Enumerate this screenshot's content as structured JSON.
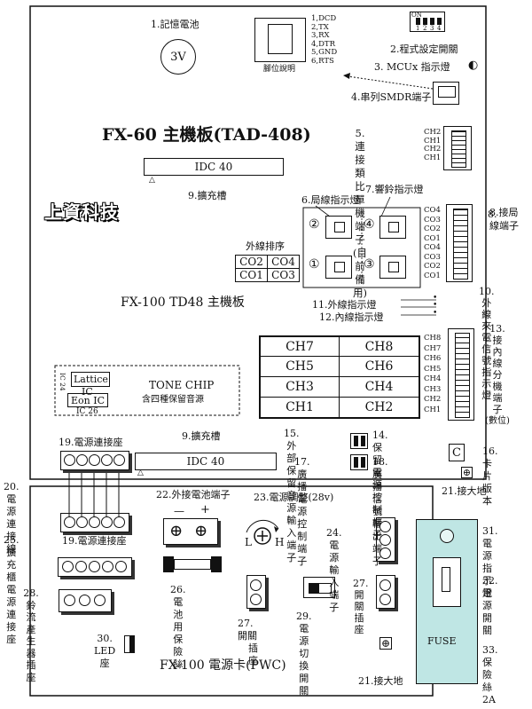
{
  "board_top": {
    "title": "FX-60 主機板(TAD-408)",
    "battery": {
      "label": "1.記憶電池",
      "value": "3V"
    },
    "pins": [
      "1,DCD",
      "2,TX",
      "3,RX",
      "4,DTR",
      "5,GND",
      "6,RTS"
    ],
    "pin_caption": "腳位說明",
    "dip_on": "ON",
    "dip_nums": [
      "1",
      "2",
      "3",
      "4"
    ],
    "label_dip": "2.程式設定開關",
    "label_mcu": "3. MCUx 指示燈",
    "label_smdr": "4.串列SMDR端子",
    "label_analog": [
      "5.連接類比",
      "單機端子",
      "(目前備用)"
    ],
    "idc_top": "IDC 40",
    "label_idc_top": "9.擴充槽",
    "brand": "上資科技",
    "label_co_led": "6.局線指示燈",
    "label_ring_led": "7.響鈴指示燈",
    "co_nums": [
      "②",
      "④",
      "①",
      "③"
    ],
    "label_co_term": [
      "8.",
      "接",
      "局",
      "線",
      "端",
      "子"
    ],
    "co_term_labels": [
      "CH2",
      "CH1",
      "CH2",
      "CH1",
      "CO4",
      "CO3",
      "CO2",
      "CO1",
      "CO4",
      "CO3",
      "CO2",
      "CO1"
    ],
    "ext_order": {
      "title": "外線排序",
      "cells": [
        "CO2",
        "CO4",
        "CO1",
        "CO3"
      ]
    },
    "title2": "FX-100  TD48 主機板",
    "label_10": [
      "10.外線",
      "來電信號",
      "指示燈"
    ],
    "label_11": "11.外線指示燈",
    "label_12": "12.內線指示燈",
    "ch_cells": [
      "CH7",
      "CH8",
      "CH5",
      "CH6",
      "CH3",
      "CH4",
      "CH1",
      "CH2"
    ],
    "label_13": [
      "13.",
      "接",
      "內",
      "線",
      "分",
      "機",
      "端",
      "子",
      "(數位)"
    ],
    "ch_term_labels": [
      "CH8",
      "CH7",
      "CH6",
      "CH5",
      "CH4",
      "CH3",
      "CH2",
      "CH1"
    ],
    "chips": {
      "lattice": "Lattice",
      "ic": "IC",
      "ic24": "IC 24",
      "eon": "Eon IC",
      "ic26": "IC 26",
      "tone": "TONE  CHIP",
      "tone_sub": "含四種保留音源"
    },
    "label_19a": "19.電源連接座",
    "label_9b": "9.擴充槽",
    "idc_bottom": "IDC 40",
    "label_15": [
      "15.外部保留",
      "音源輸入端子"
    ],
    "label_14": [
      "14.保留電",
      "源控制端子"
    ],
    "label_17": [
      "17.廣播電",
      "源控制端子"
    ],
    "label_18": [
      "18.廣播信",
      "號輸出端子"
    ],
    "label_16": [
      "16.卡",
      "片版本"
    ],
    "c_mark": "C",
    "label_21a": "21.接大地"
  },
  "board_bottom": {
    "title": "FX-100  電源卡(PWC)",
    "label_20": [
      "20.電源",
      "連接線"
    ],
    "label_19b": "19.電源連接座",
    "label_22": "22.外接電池端子",
    "polarity": [
      "—",
      "+"
    ],
    "label_23": "23.電源調整(28v)",
    "lh": [
      "L",
      "H"
    ],
    "label_24": [
      "24.電源",
      "輸入端子"
    ],
    "label_25": [
      "25.擴充",
      "櫃電源",
      "連接座"
    ],
    "label_26": [
      "26.電池",
      "用保險絲"
    ],
    "label_27a": [
      "27.開關",
      "插座"
    ],
    "label_27b": [
      "27.",
      "開",
      "關",
      "插",
      "座"
    ],
    "label_28": [
      "28.",
      "鈴",
      "流",
      "產",
      "生",
      "器",
      "插",
      "座"
    ],
    "label_29": [
      "29.電源",
      "切換開關"
    ],
    "label_30": [
      "30.",
      "LED",
      "座"
    ],
    "label_21b": "21.接大地",
    "label_31": [
      "31.電源",
      "指示燈"
    ],
    "label_32": [
      "32.電源",
      "開關"
    ],
    "label_33": [
      "33.保險",
      "絲2A"
    ],
    "fuse": "FUSE",
    "panel_color": "#bfe6e4"
  }
}
